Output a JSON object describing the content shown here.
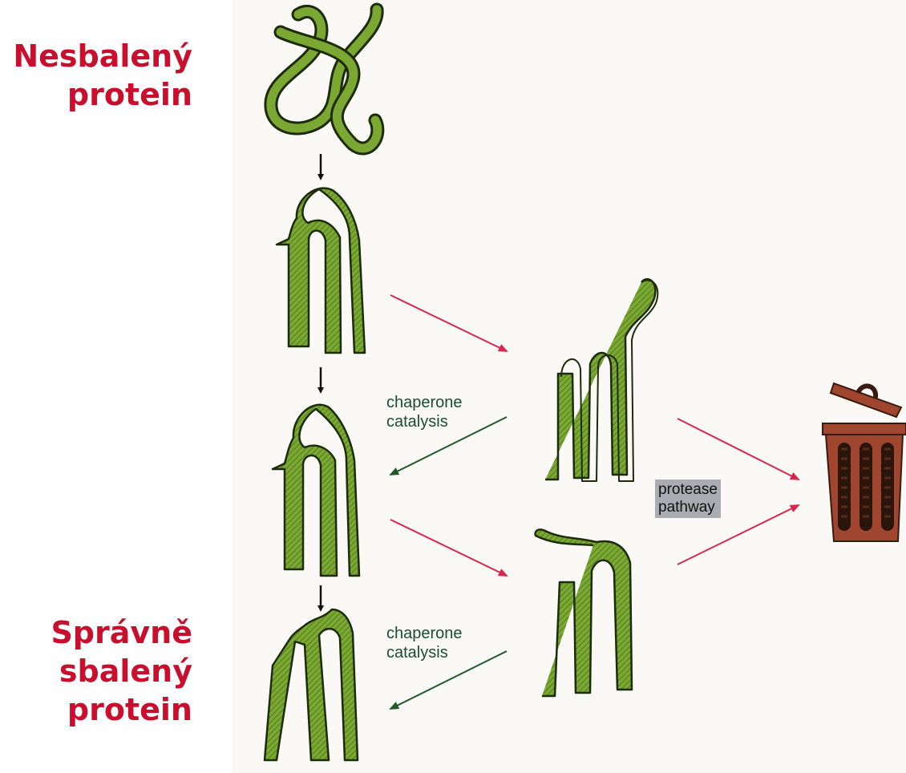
{
  "labels": {
    "unfolded": {
      "line1": "Nesbalený",
      "line2": "protein"
    },
    "folded": {
      "line1": "Správně",
      "line2": "sbalený",
      "line3": "protein"
    }
  },
  "annotations": {
    "chaperone_upper": {
      "line1": "chaperone",
      "line2": "catalysis"
    },
    "chaperone_lower": {
      "line1": "chaperone",
      "line2": "catalysis"
    },
    "protease": {
      "line1": "protease",
      "line2": "pathway"
    }
  },
  "colors": {
    "title_red": "#c8102e",
    "protein_green": "#7aa832",
    "protein_outline": "#1e2a0c",
    "arrow_red": "#d8264f",
    "arrow_green": "#1f5a2c",
    "arrow_black": "#111111",
    "trash_body": "#a0452e",
    "protease_box": "#a9acb2"
  },
  "icons": [
    "trash-can-icon"
  ]
}
